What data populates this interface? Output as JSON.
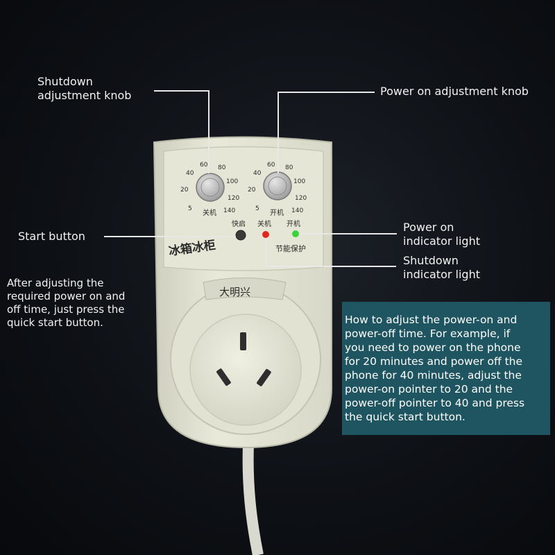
{
  "callouts": {
    "shutdown_knob": "Shutdown\nadjustment knob",
    "power_on_knob": "Power on adjustment knob",
    "start_button": "Start button",
    "power_on_light": "Power on\nindicator light",
    "shutdown_light": "Shutdown\nindicator light"
  },
  "tip_text": "After adjusting the\nrequired power on and\noff time, just press the\nquick start button.",
  "info_text": "How to adjust the power-on and\npower-off time. For example, if\nyou need to power on the phone\nfor 20 minutes and power off the\nphone for 40 minutes, adjust the\npower-on pointer to 20 and the\npower-off pointer to 40 and press\nthe quick start button.",
  "device": {
    "left_dial_ticks": [
      "5",
      "20",
      "40",
      "60",
      "80",
      "100",
      "120",
      "140"
    ],
    "right_dial_ticks": [
      "5",
      "20",
      "40",
      "60",
      "80",
      "100",
      "120",
      "140"
    ],
    "left_dial_label": "关机",
    "right_dial_label": "开机",
    "start_label": "快启",
    "off_led_label": "关机",
    "on_led_label": "开机",
    "product_name": "冰箱冰柜",
    "slogan": "节能保护",
    "brand": "大明兴"
  },
  "colors": {
    "device_body": "#e4e4d4",
    "info_box": "#1f5560",
    "led_red": "#e0281e",
    "led_green": "#3cd23c"
  }
}
